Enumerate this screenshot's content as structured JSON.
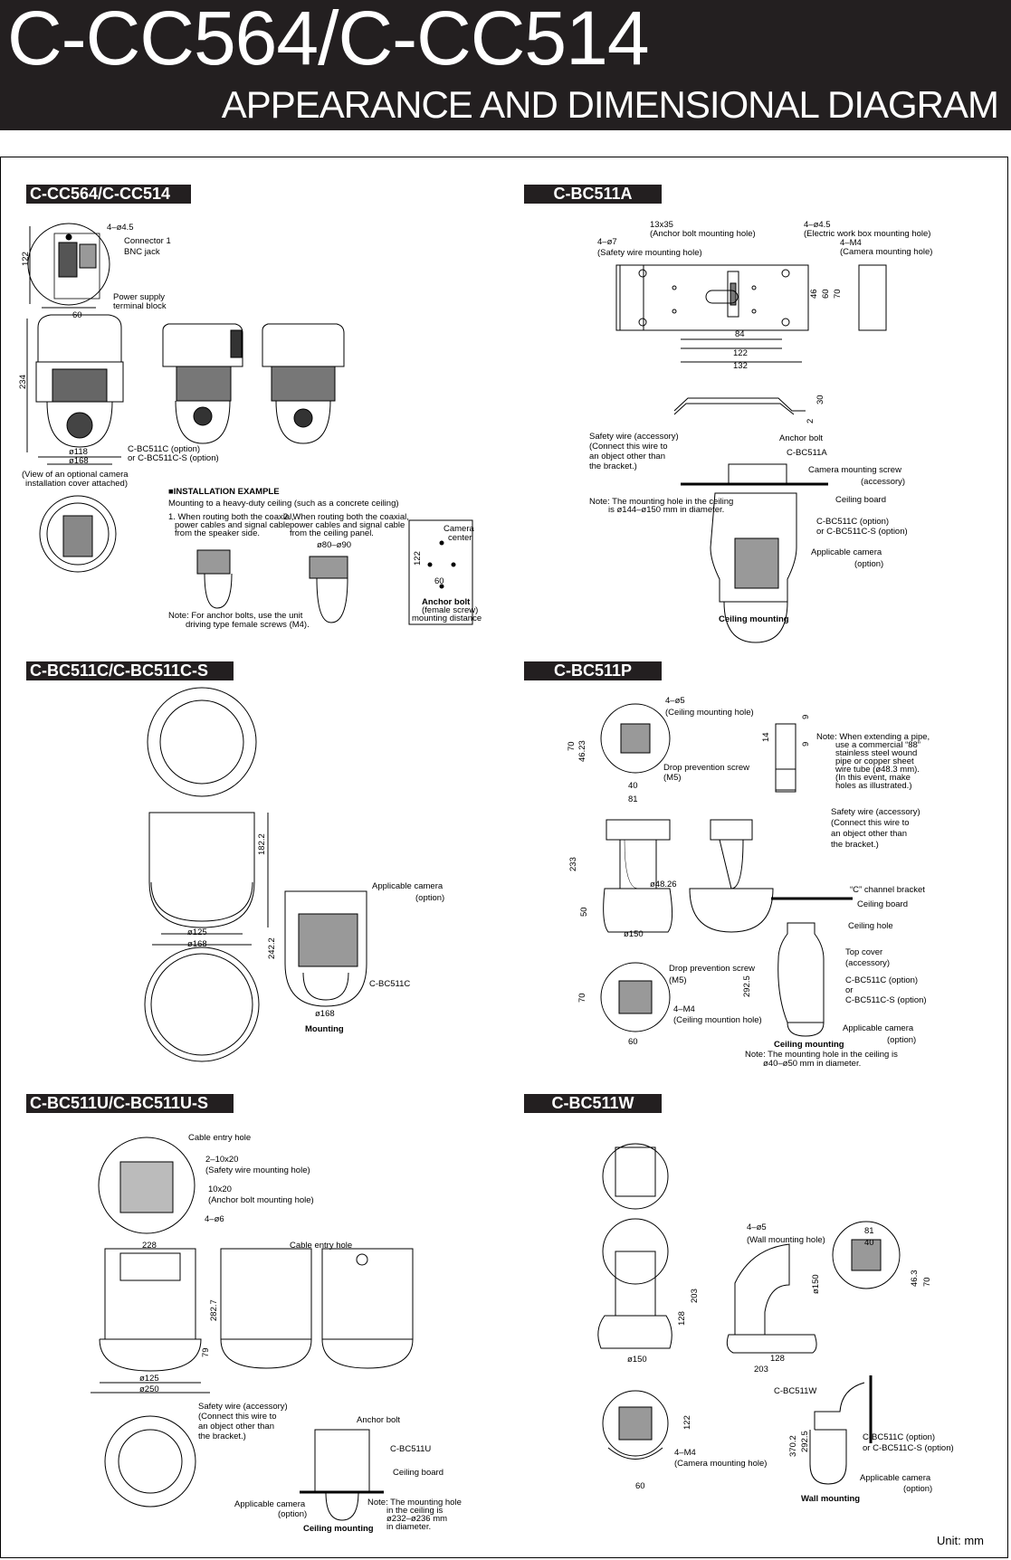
{
  "header": {
    "title": "C-CC564/C-CC514",
    "subtitle": "APPEARANCE AND DIMENSIONAL DIAGRAM"
  },
  "sections": {
    "s1": {
      "title": "C-CC564/C-CC514",
      "labels": {
        "hole": "4–ø4.5",
        "connector": "Connector 1",
        "bnc": "BNC jack",
        "power1": "Power supply",
        "power2": "terminal block",
        "d122": "122",
        "d60": "60",
        "d234": "234",
        "d118": "ø118",
        "d168": "ø168",
        "opt1": "C-BC511C (option)",
        "opt2": "or C-BC511C-S (option)",
        "view1": "(View of an optional camera",
        "view2": "installation cover attached)"
      },
      "install": {
        "heading": "■INSTALLATION EXAMPLE",
        "subheading": "Mounting to a heavy-duty ceiling (such as a concrete ceiling)",
        "step1": [
          "1. When routing both the coaxial,",
          "power cables and signal cable",
          "from the speaker side."
        ],
        "step2": [
          "2. When routing both the coaxial,",
          "power cables and signal cable",
          "from the ceiling panel."
        ],
        "range": "ø80–ø90",
        "note1": "Note: For anchor bolts, use the unit",
        "note2": "driving type female screws (M4).",
        "camera1": "Camera",
        "camera2": "center",
        "d122": "122",
        "d60": "60",
        "anchor1": "Anchor bolt",
        "anchor2": "(female screw)",
        "anchor3": "mounting distance"
      }
    },
    "s2": {
      "title": "C-BC511A",
      "labels": {
        "slot": "13x35",
        "slotdesc": "(Anchor bolt mounting hole)",
        "h7": "4–ø7",
        "h7desc": "(Safety wire mounting hole)",
        "h45": "4–ø4.5",
        "h45desc": "(Electric work box mounting hole)",
        "m4": "4–M4",
        "m4desc": "(Camera mounting hole)",
        "d46": "46",
        "d60": "60",
        "d70": "70",
        "d84": "84",
        "d122": "122",
        "d132": "132",
        "d30": "30",
        "d2": "2",
        "wire1": "Safety wire (accessory)",
        "wire2": "(Connect this wire to",
        "wire3": "an object other than",
        "wire4": "the bracket.)",
        "anchor": "Anchor bolt",
        "bracket": "C-BC511A",
        "screw1": "Camera mounting screw",
        "screw2": "(accessory)",
        "board": "Ceiling board",
        "opt1": "C-BC511C (option)",
        "opt2": "or C-BC511C-S (option)",
        "cam1": "Applicable camera",
        "cam2": "(option)",
        "note1": "Note: The mounting hole in the ceiling",
        "note2": "is ø144–ø150 mm in diameter.",
        "caption": "Ceiling mounting"
      }
    },
    "s3": {
      "title": "C-BC511C/C-BC511C-S",
      "labels": {
        "d1822": "182.2",
        "d125": "ø125",
        "d168": "ø168",
        "cam1": "Applicable camera",
        "cam2": "(option)",
        "d2422": "242.2",
        "model": "C-BC511C",
        "d168b": "ø168",
        "caption": "Mounting"
      }
    },
    "s4": {
      "title": "C-BC511P",
      "labels": {
        "h5": "4–ø5",
        "h5desc": "(Ceiling mounting hole)",
        "d70": "70",
        "d4623": "46.23",
        "d40": "40",
        "d81": "81",
        "drop1": "Drop prevention screw",
        "drop2": "(M5)",
        "d14": "14",
        "d9a": "9",
        "d9b": "9",
        "note": [
          "Note: When extending a pipe,",
          "use a commercial “88”",
          "stainless steel wound",
          "pipe or copper sheet",
          "wire tube (ø48.3 mm).",
          "(In this event, make",
          "holes as illustrated.)"
        ],
        "d233": "233",
        "d50": "50",
        "d4826": "ø48.26",
        "d150": "ø150",
        "wire1": "Safety wire (accessory)",
        "wire2": "(Connect this wire to",
        "wire3": "an object other than",
        "wire4": "the bracket.)",
        "channel": "“C” channel bracket",
        "board": "Ceiling board",
        "hole": "Ceiling hole",
        "top1": "Top cover",
        "top2": "(accessory)",
        "drop3": "Drop prevention screw",
        "drop4": "(M5)",
        "d70b": "70",
        "m4": "4–M4",
        "m4desc": "(Ceiling mountion hole)",
        "d60": "60",
        "d2925": "292.5",
        "opt1": "C-BC511C (option)",
        "opt2": "or",
        "opt3": "C-BC511C-S (option)",
        "cam1": "Applicable camera",
        "cam2": "(option)",
        "caption": "Ceiling mounting",
        "note2a": "Note: The mounting hole in the ceiling is",
        "note2b": "ø40–ø50 mm in diameter."
      }
    },
    "s5": {
      "title": "C-BC511U/C-BC511U-S",
      "labels": {
        "entry": "Cable entry hole",
        "h1": "2–10x20",
        "h1desc": "(Safety wire mounting hole)",
        "h2": "10x20",
        "h2desc": "(Anchor bolt mounting hole)",
        "h3": "4–ø6",
        "d228": "228",
        "entry2": "Cable entry hole",
        "d2827": "282.7",
        "d79": "79",
        "d125": "ø125",
        "d250": "ø250",
        "wire1": "Safety wire (accessory)",
        "wire2": "(Connect this wire to",
        "wire3": "an object other than",
        "wire4": "the bracket.)",
        "anchor": "Anchor bolt",
        "model": "C-BC511U",
        "board": "Ceiling board",
        "cam1": "Applicable camera",
        "cam2": "(option)",
        "note1": "Note: The mounting hole",
        "note2": "in the ceiling is",
        "note3": "ø232–ø236 mm",
        "note4": "in diameter.",
        "caption": "Ceiling mounting"
      }
    },
    "s6": {
      "title": "C-BC511W",
      "labels": {
        "h5": "4–ø5",
        "h5desc": "(Wall mounting hole)",
        "d81": "81",
        "d40": "40",
        "d463": "46.3",
        "d70": "70",
        "d150v": "ø150",
        "d128v": "128",
        "d203v": "203",
        "d150": "ø150",
        "d128": "128",
        "d203": "203",
        "d122": "122",
        "m4": "4–M4",
        "m4desc": "(Camera mounting hole)",
        "d60": "60",
        "model": "C-BC511W",
        "d3702": "370.2",
        "d2925": "292.5",
        "opt1": "C-BC511C (option)",
        "opt2": "or C-BC511C-S (option)",
        "cam1": "Applicable camera",
        "cam2": "(option)",
        "caption": "Wall mounting"
      }
    }
  },
  "unit": "Unit: mm"
}
